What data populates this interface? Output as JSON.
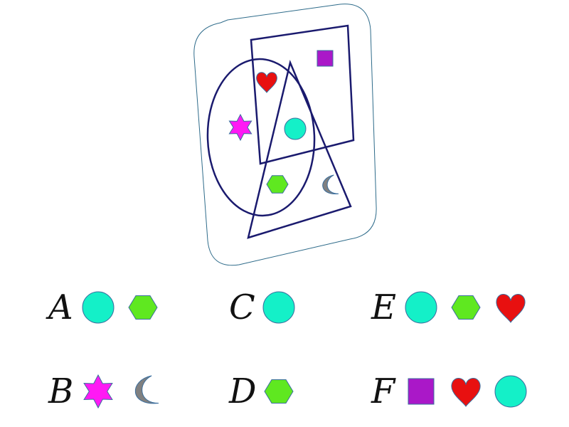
{
  "diagram": {
    "regions": [
      "circle",
      "triangle",
      "square"
    ],
    "placements": [
      {
        "shape": "heart",
        "color": "#e81010",
        "in": [
          "circle",
          "square"
        ]
      },
      {
        "shape": "square",
        "color": "#aa18c8",
        "in": [
          "square"
        ]
      },
      {
        "shape": "star",
        "color": "#ff19f4",
        "in": [
          "circle"
        ]
      },
      {
        "shape": "circle",
        "color": "#14f0c8",
        "in": [
          "circle",
          "triangle",
          "square"
        ]
      },
      {
        "shape": "hexagon",
        "color": "#5fe820",
        "in": [
          "circle",
          "triangle"
        ]
      },
      {
        "shape": "moon",
        "color": "#808080",
        "in": [
          "triangle"
        ]
      }
    ]
  },
  "options": [
    {
      "letter": "A",
      "shapes": [
        "circle",
        "hexagon"
      ]
    },
    {
      "letter": "B",
      "shapes": [
        "star",
        "moon"
      ]
    },
    {
      "letter": "C",
      "shapes": [
        "circle"
      ]
    },
    {
      "letter": "D",
      "shapes": [
        "hexagon"
      ]
    },
    {
      "letter": "E",
      "shapes": [
        "circle",
        "hexagon",
        "heart"
      ]
    },
    {
      "letter": "F",
      "shapes": [
        "square",
        "heart",
        "circle"
      ]
    }
  ],
  "colors": {
    "outline": "#1a1a6e",
    "card_border": "#2e6b8a",
    "circle": "#14f0c8",
    "hexagon": "#5fe820",
    "heart": "#e81010",
    "star": "#ff19f4",
    "moon": "#808080",
    "square": "#aa18c8"
  }
}
